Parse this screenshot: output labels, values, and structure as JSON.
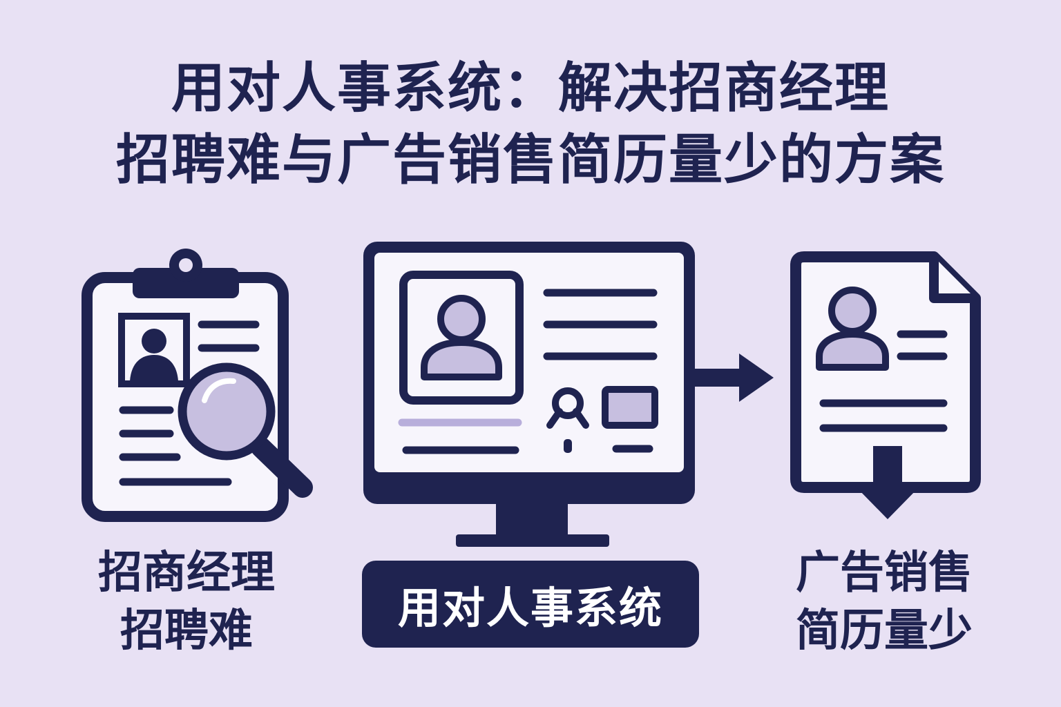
{
  "title": {
    "line1": "用对人事系统：解决招商经理",
    "line2": "招聘难与广告销售简历量少的方案"
  },
  "left_panel": {
    "caption_line1": "招商经理",
    "caption_line2": "招聘难",
    "icons": [
      "clipboard-icon",
      "profile-photo-icon",
      "magnifier-icon"
    ]
  },
  "center_panel": {
    "label": "用对人事系统",
    "icons": [
      "monitor-icon",
      "user-avatar-icon",
      "user-badge-icon",
      "card-icon"
    ]
  },
  "right_panel": {
    "caption_line1": "广告销售",
    "caption_line2": "简历量少",
    "icons": [
      "resume-document-icon",
      "user-avatar-icon",
      "down-arrow-icon"
    ]
  },
  "colors": {
    "background": "#e8e1f4",
    "navy": "#1f2350",
    "lavender": "#c7bfe0",
    "paper": "#f7f5fc"
  }
}
